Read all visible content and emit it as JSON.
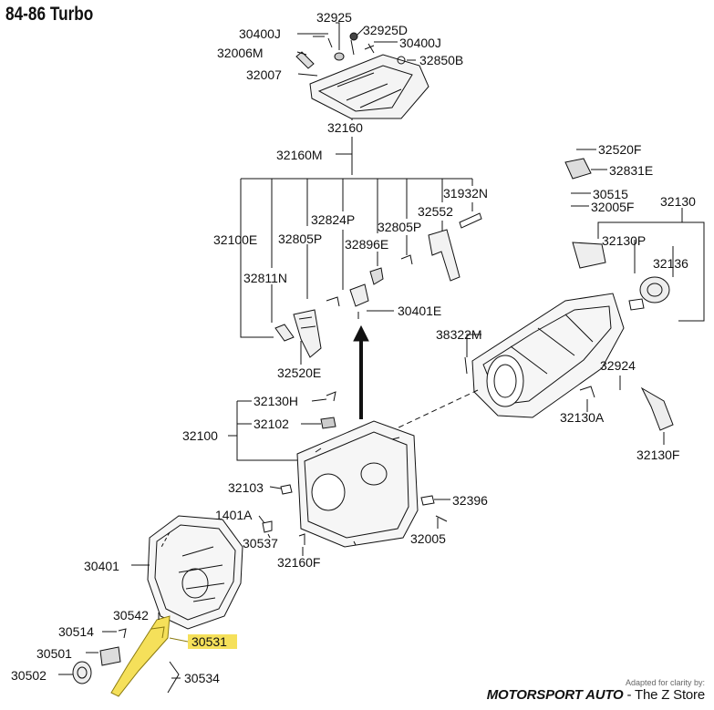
{
  "header": {
    "title": "84-86 Turbo"
  },
  "credits": {
    "note": "Adapted for clarity by:",
    "brand": "MOTORSPORT AUTO",
    "store": " - The Z Store"
  },
  "colors": {
    "highlight": "#f5e05a",
    "line": "#111111"
  },
  "parts": [
    "30400J",
    "32925",
    "32925D",
    "30400J",
    "32006M",
    "32850B",
    "32007",
    "32160",
    "32160M",
    "31932N",
    "32824P",
    "32805P",
    "32552",
    "32100E",
    "32805P",
    "32896E",
    "32811N",
    "30401E",
    "32520E",
    "32520F",
    "32831E",
    "30515",
    "32005F",
    "32130",
    "32130P",
    "32136",
    "38322M",
    "32924",
    "32130A",
    "32130F",
    "32130H",
    "32102",
    "32100",
    "32103",
    "32396",
    "1401A",
    "30537",
    "32005",
    "32160F",
    "30401",
    "30542",
    "30514",
    "30531",
    "30501",
    "30502",
    "30534"
  ],
  "highlighted_part": "30531"
}
